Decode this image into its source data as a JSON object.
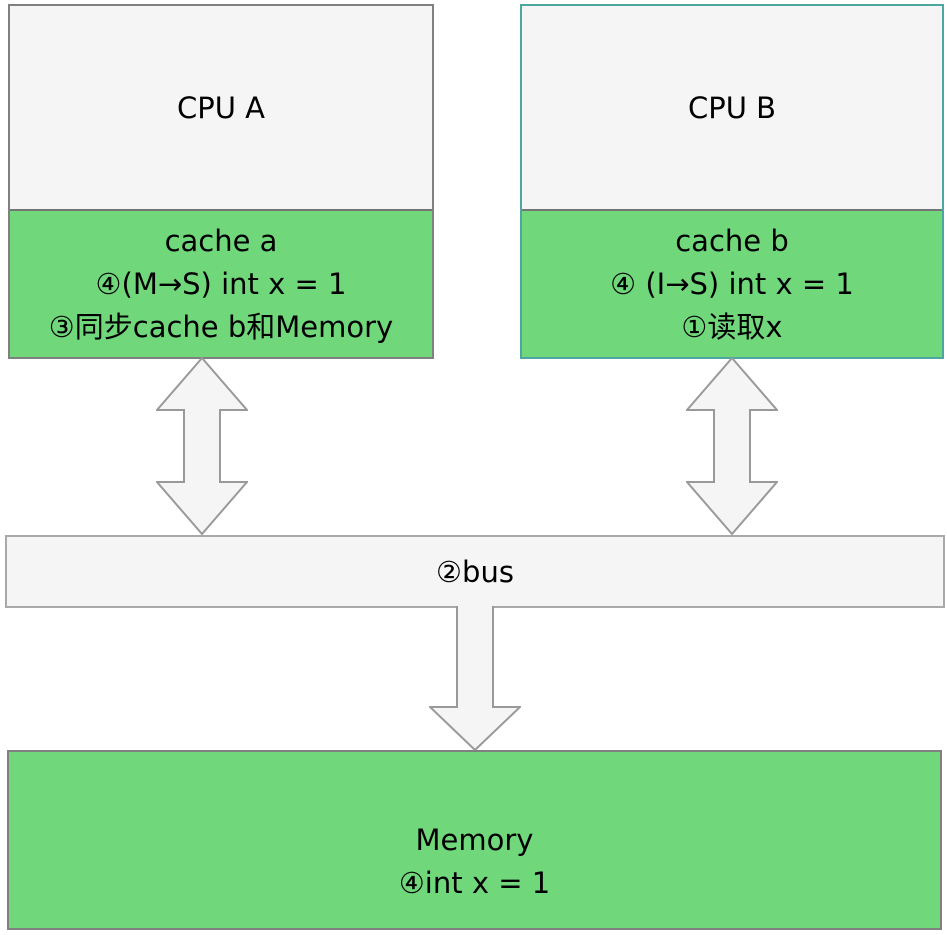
{
  "colors": {
    "green": "#70D87B",
    "panel-gray": "#F5F5F6",
    "border-gray": "#808080",
    "border-teal": "#4DA7A0",
    "divider-gray": "#757575",
    "bus-border": "#A9A9A9",
    "arrow-stroke": "#999999",
    "arrow-fill": "#F5F5F6",
    "text": "#000000"
  },
  "cpu_a": {
    "title": "CPU A",
    "cache": {
      "lines": {
        "0": "cache a",
        "1": "④(M→S) int x = 1",
        "2": "③同步cache b和Memory"
      }
    }
  },
  "cpu_b": {
    "title": "CPU B",
    "cache": {
      "lines": {
        "0": "cache b",
        "1": "④ (I→S)  int x = 1",
        "2": "①读取x"
      }
    }
  },
  "bus": {
    "label": "②bus"
  },
  "memory": {
    "lines": {
      "0": "Memory",
      "1": "④int x = 1"
    }
  },
  "icons": {
    "arrow_cpu_a_bus": "double-headed-vertical-arrow",
    "arrow_cpu_b_bus": "double-headed-vertical-arrow",
    "arrow_bus_memory": "down-arrow"
  }
}
